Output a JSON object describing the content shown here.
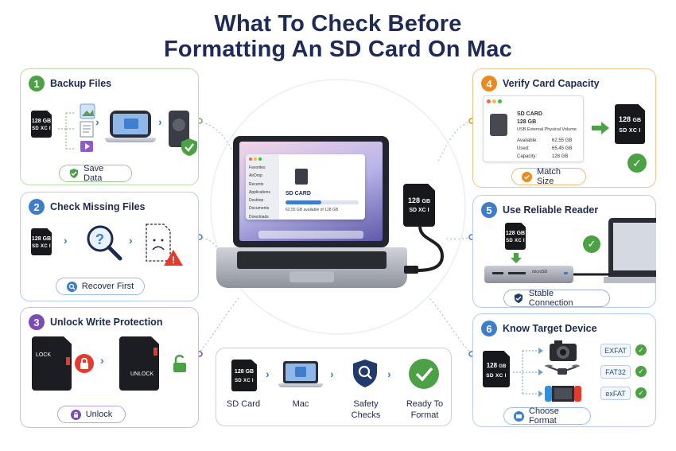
{
  "title": {
    "line1": "What To Check Before",
    "line2": "Formatting An SD Card On Mac"
  },
  "colors": {
    "green": "#4da145",
    "blue": "#3d7dc9",
    "purple": "#7a4cb8",
    "orange": "#ec8a22",
    "navy": "#1f2a56",
    "red": "#e33b2e"
  },
  "steps": [
    {
      "num": "1",
      "title": "Backup Files",
      "pill": "Save Data",
      "pill_icon": "shield-check-icon"
    },
    {
      "num": "2",
      "title": "Check Missing Files",
      "pill": "Recover First",
      "pill_icon": "search-icon"
    },
    {
      "num": "3",
      "title": "Unlock Write Protection",
      "pill": "Unlock",
      "pill_icon": "lock-icon"
    },
    {
      "num": "4",
      "title": "Verify Card Capacity",
      "pill": "Match Size",
      "pill_icon": "check-icon"
    },
    {
      "num": "5",
      "title": "Use Reliable Reader",
      "pill": "Stable Connection",
      "pill_icon": "shield-check-icon"
    },
    {
      "num": "6",
      "title": "Know Target Device",
      "pill": "Choose Format",
      "pill_icon": "monitor-icon"
    }
  ],
  "sd_card": {
    "capacity": "128",
    "unit": "GB",
    "logo": "SD XC I"
  },
  "lock_labels": {
    "lock": "LOCK",
    "unlock": "UNLOCK"
  },
  "center_finder": {
    "sidebar_heading": "Favorites",
    "sidebar_items": [
      "AirDrop",
      "Recents",
      "Applications",
      "Desktop",
      "Documents",
      "Downloads"
    ],
    "volume_name": "SD CARD",
    "volume_info": "62.55 GB available of 128 GB",
    "used_fraction": 0.49
  },
  "capacity_window": {
    "name": "SD CARD",
    "size": "128 GB",
    "kind": "USB External Physical Volume",
    "rows": [
      {
        "label": "Available:",
        "value": "62.55 GB"
      },
      {
        "label": "Used:",
        "value": "65.45 GB"
      },
      {
        "label": "Capacity:",
        "value": "128 GB"
      }
    ]
  },
  "reader_label": "microSD",
  "formats": [
    "EXFAT",
    "FAT32",
    "exFAT"
  ],
  "devices": [
    "camera-icon",
    "drone-icon",
    "game-console-icon"
  ],
  "flow": [
    {
      "label": "SD Card",
      "icon": "sd-card-icon"
    },
    {
      "label": "Mac",
      "icon": "laptop-icon"
    },
    {
      "label": "Safety\nChecks",
      "icon": "magnifier-icon"
    },
    {
      "label": "Ready To\nFormat",
      "icon": "check-icon"
    }
  ]
}
